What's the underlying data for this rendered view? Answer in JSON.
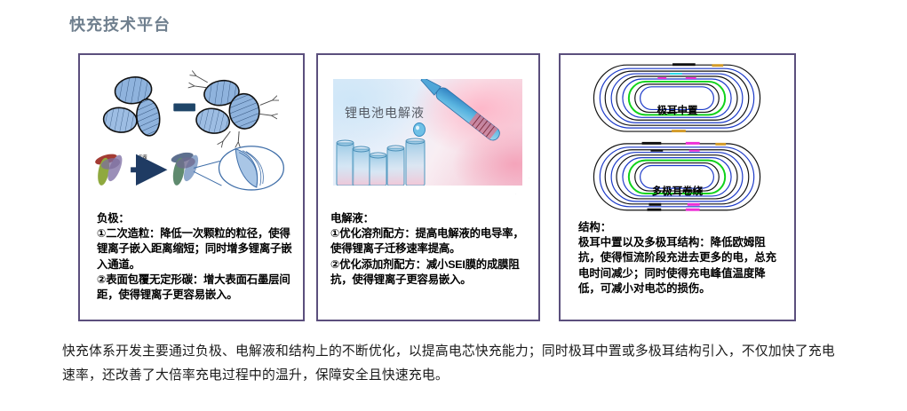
{
  "header": {
    "title": "快充技术平台",
    "title_color": "#6f7f8e"
  },
  "theme": {
    "panel_border": "#5b4f7d",
    "background": "#ffffff",
    "body_text": "#1a1a1a"
  },
  "panels": [
    {
      "id": "anode",
      "figure_name": "graphite-secondary-particle-diagram",
      "text": "负极：\n①二次造粒：降低一次颗粒的粒径，使得锂离子嵌入距离缩短；同时增多锂离子嵌入通道。\n②表面包覆无定形碳：增大表面石墨层间距，使得锂离子更容易嵌入。"
    },
    {
      "id": "electrolyte",
      "figure_name": "electrolyte-photo",
      "photo_label": "锂电池电解液",
      "text": "电解液：\n①优化溶剂配方：提高电解液的电导率，使得锂离子迁移速率提高。\n②优化添加剂配方：减小SEI膜的成膜阻抗，使得锂离子更容易嵌入。"
    },
    {
      "id": "structure",
      "figure_name": "jellyroll-tab-diagram",
      "roll_labels": [
        "极耳中置",
        "多极耳卷绕"
      ],
      "text": "结构：\n极耳中置以及多极耳结构：降低欧姆阻抗，使得恒流阶段充进去更多的电，总充电时间减少；同时使得充电峰值温度降低，可减小对电芯的损伤。"
    }
  ],
  "summary": {
    "text": "快充体系开发主要通过负极、电解液和结构上的不断优化，以提高电芯快充能力；同时极耳中置或多极耳结构引入，不仅加快了充电速率，还改善了大倍率充电过程中的温升，保障安全且快速充电。"
  }
}
